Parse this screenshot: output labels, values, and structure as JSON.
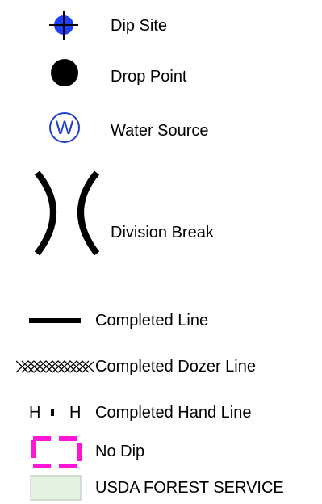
{
  "legend": {
    "items": [
      {
        "key": "dip_site",
        "label": "Dip Site",
        "icon": "crosshair-circle-icon",
        "color": "#1f3fff"
      },
      {
        "key": "drop_point",
        "label": "Drop Point",
        "icon": "filled-circle-icon",
        "color": "#000000"
      },
      {
        "key": "water_source",
        "label": "Water Source",
        "icon": "letter-w-circle-icon",
        "symbol_text": "W",
        "color": "#1f3fcf"
      },
      {
        "key": "division_break",
        "label": "Division Break",
        "icon": "parentheses-break-icon",
        "color": "#000000"
      },
      {
        "key": "completed_line",
        "label": "Completed Line",
        "icon": "solid-line-icon",
        "color": "#000000"
      },
      {
        "key": "completed_dozer_line",
        "label": "Completed Dozer Line",
        "icon": "cross-hatch-line-icon",
        "color": "#000000"
      },
      {
        "key": "completed_hand_line",
        "label": "Completed Hand Line",
        "icon": "h-dash-h-icon",
        "symbol_left": "H",
        "symbol_right": "H",
        "color": "#000000"
      },
      {
        "key": "no_dip",
        "label": "No Dip",
        "icon": "dashed-rectangle-icon",
        "color": "#ff16d8"
      },
      {
        "key": "usda_forest_service",
        "label": "USDA FOREST SERVICE",
        "icon": "filled-rectangle-icon",
        "color": "#e3f3df",
        "border": "#c4d6c2"
      }
    ]
  }
}
